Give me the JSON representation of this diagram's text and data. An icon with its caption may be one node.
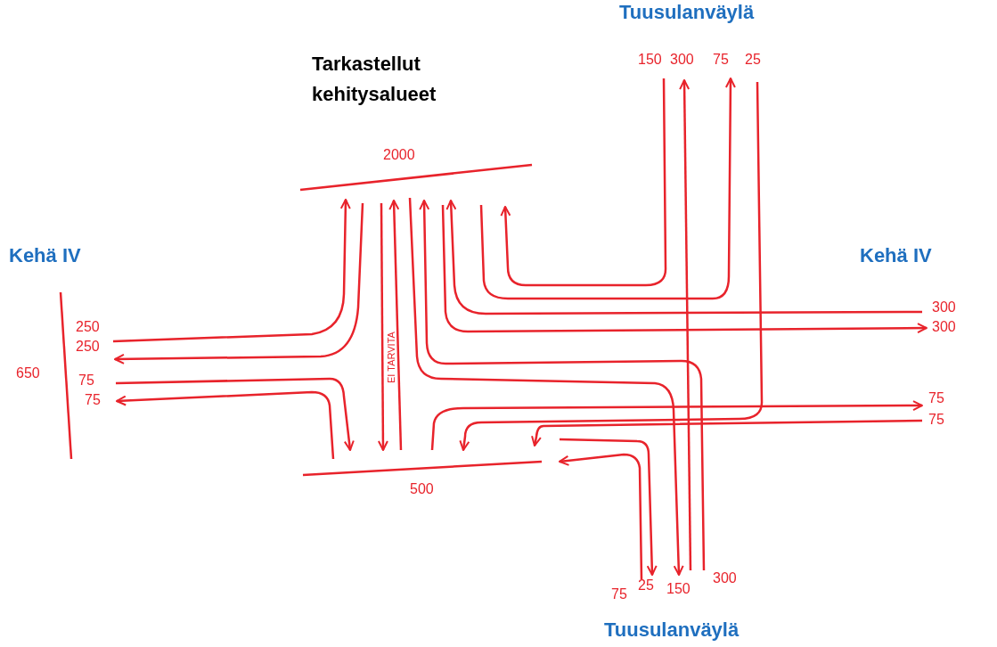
{
  "diagram": {
    "labels": [
      "Tuusulanväylä",
      "150",
      "300",
      "75",
      "25",
      "Tarkastellut kehitysalueet",
      "2000",
      "Kehä IV",
      "Kehä IV",
      "250",
      "250",
      "650",
      "75",
      "75",
      "EI TARVITA",
      "300",
      "300",
      "75",
      "75",
      "500",
      "75",
      "25",
      "150",
      "300",
      "Tuusulanväylä"
    ]
  }
}
